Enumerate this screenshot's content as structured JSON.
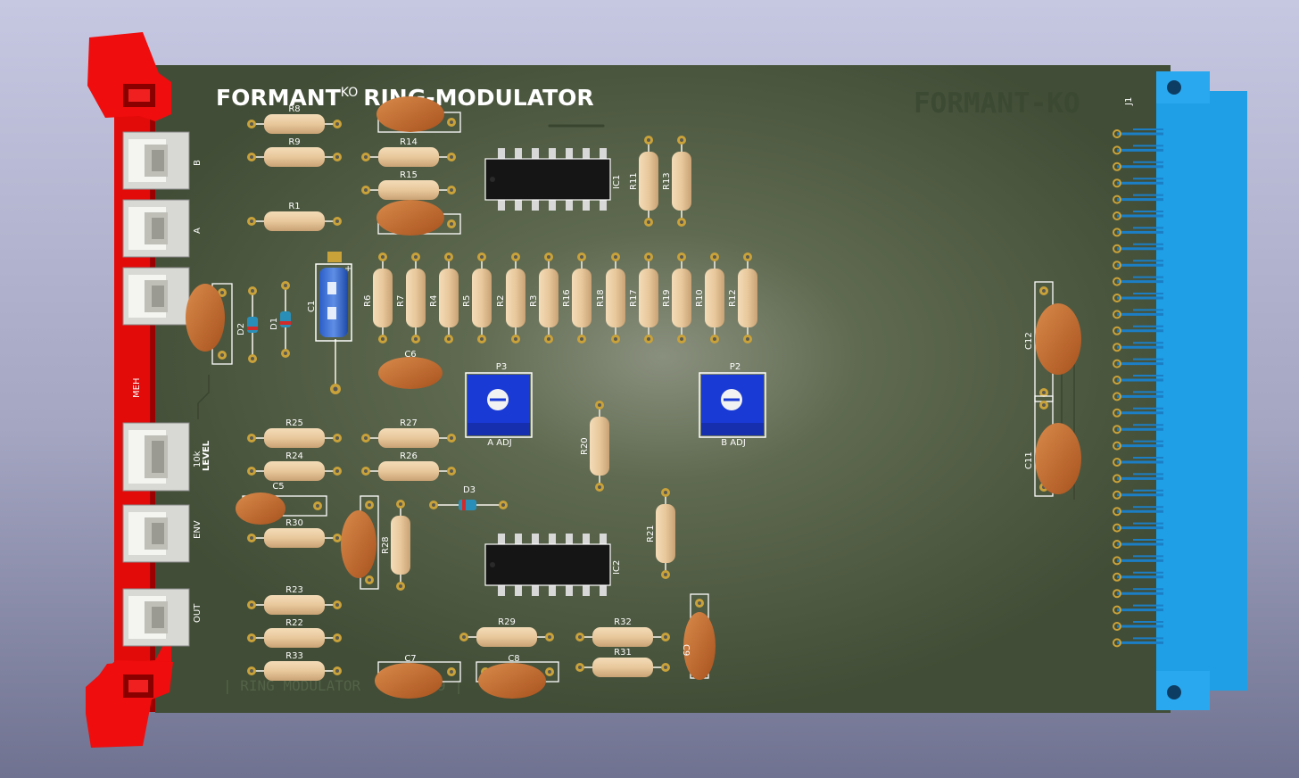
{
  "board": {
    "title_main": "FORMANT",
    "title_super": "KO",
    "title_rest": "RING-MODULATOR",
    "ghost_brand": "FORMANT-KO",
    "ghost_footer": "| RING MODULATOR",
    "ghost_footer_tail": "9 |",
    "vertical_mark": "MEH",
    "colors": {
      "pcb": "#4e5a40",
      "silkscreen": "#ffffff",
      "rail": "#e30a0a",
      "edge_connector": "#1e9fe6",
      "resistor_body": "#e8caa0",
      "capacitor": "#c26a2c",
      "trimmer": "#1a3ad6"
    }
  },
  "jacks": [
    {
      "label": "B"
    },
    {
      "label": "A"
    },
    {
      "label": ""
    },
    {
      "label": "10k LEVEL"
    },
    {
      "label": "ENV"
    },
    {
      "label": "OUT"
    }
  ],
  "connector": {
    "ref": "J1"
  },
  "ics": [
    "IC1",
    "IC2"
  ],
  "trimmers": [
    {
      "ref": "P3",
      "label": "A ADJ"
    },
    {
      "ref": "P2",
      "label": "B ADJ"
    }
  ],
  "electrolytic": {
    "ref": "C1",
    "polarity": "+"
  },
  "diodes": [
    "D2",
    "D1",
    "D3"
  ],
  "resistors_h": [
    "R8",
    "R9",
    "R14",
    "R15",
    "R1",
    "R25",
    "R27",
    "R24",
    "R26",
    "R30",
    "R23",
    "R22",
    "R33",
    "R29",
    "R32",
    "R31"
  ],
  "resistors_v": [
    "R11",
    "R13",
    "R6",
    "R7",
    "R4",
    "R5",
    "R2",
    "R3",
    "R16",
    "R18",
    "R17",
    "R19",
    "R10",
    "R12",
    "R20",
    "R21",
    "R28"
  ],
  "capacitors": [
    "C6",
    "C5",
    "C7",
    "C8",
    "C9",
    "C12",
    "C11"
  ]
}
